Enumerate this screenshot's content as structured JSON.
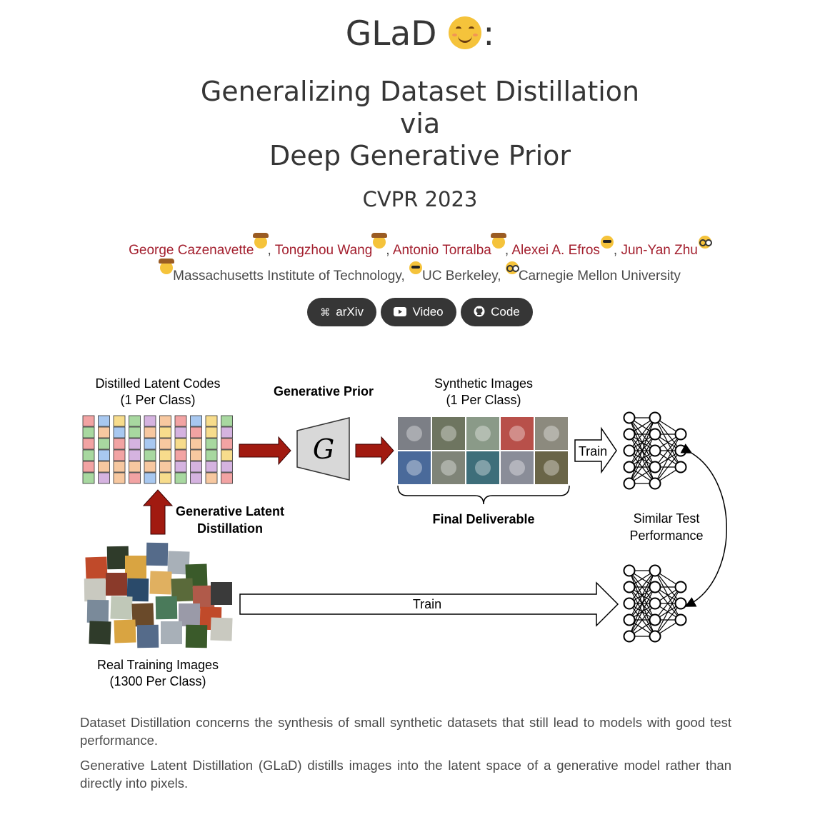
{
  "header": {
    "title": "GLaD",
    "title_suffix": ":",
    "subtitle_lines": [
      "Generalizing Dataset Distillation",
      "via",
      "Deep Generative Prior"
    ],
    "venue": "CVPR 2023"
  },
  "authors": [
    {
      "name": "George Cazenavette",
      "affiliation_icon": "cowboy-hat-emoji"
    },
    {
      "name": "Tongzhou Wang",
      "affiliation_icon": "cowboy-hat-emoji"
    },
    {
      "name": "Antonio Torralba",
      "affiliation_icon": "cowboy-hat-emoji"
    },
    {
      "name": "Alexei A. Efros",
      "affiliation_icon": "sunglasses-emoji"
    },
    {
      "name": "Jun-Yan Zhu",
      "affiliation_icon": "disguise-emoji"
    }
  ],
  "affiliations": [
    {
      "name": "Massachusetts Institute of Technology,",
      "icon": "cowboy-hat-emoji"
    },
    {
      "name": "UC Berkeley,",
      "icon": "sunglasses-emoji"
    },
    {
      "name": "Carnegie Mellon University",
      "icon": "disguise-emoji"
    }
  ],
  "links": [
    {
      "label": "arXiv",
      "icon": "arxiv-icon"
    },
    {
      "label": "Video",
      "icon": "youtube-icon"
    },
    {
      "label": "Code",
      "icon": "github-icon"
    }
  ],
  "figure": {
    "distilled_codes_label": [
      "Distilled Latent Codes",
      "(1 Per Class)"
    ],
    "generative_prior_label": "Generative Prior",
    "generator_symbol": "G",
    "synthetic_images_label": [
      "Synthetic Images",
      "(1 Per Class)"
    ],
    "final_deliverable_label": "Final Deliverable",
    "train_label_top": "Train",
    "train_label_bottom": "Train",
    "similar_performance_label": [
      "Similar Test",
      "Performance"
    ],
    "latent_distillation_label": [
      "Generative Latent",
      "Distillation"
    ],
    "real_images_label": [
      "Real Training Images",
      "(1300 Per Class)"
    ],
    "colors": {
      "arrow_red": "#a11a10",
      "code_palette": [
        "#f2a3a3",
        "#a8c8f0",
        "#f7dc8c",
        "#a8d8a0",
        "#d5b3e0",
        "#f7c8a0"
      ]
    }
  },
  "description": [
    "Dataset Distillation concerns the synthesis of small synthetic datasets that still lead to models with good test performance.",
    "Generative Latent Distillation (GLaD) distills images into the latent space of a generative model rather than directly into pixels."
  ]
}
